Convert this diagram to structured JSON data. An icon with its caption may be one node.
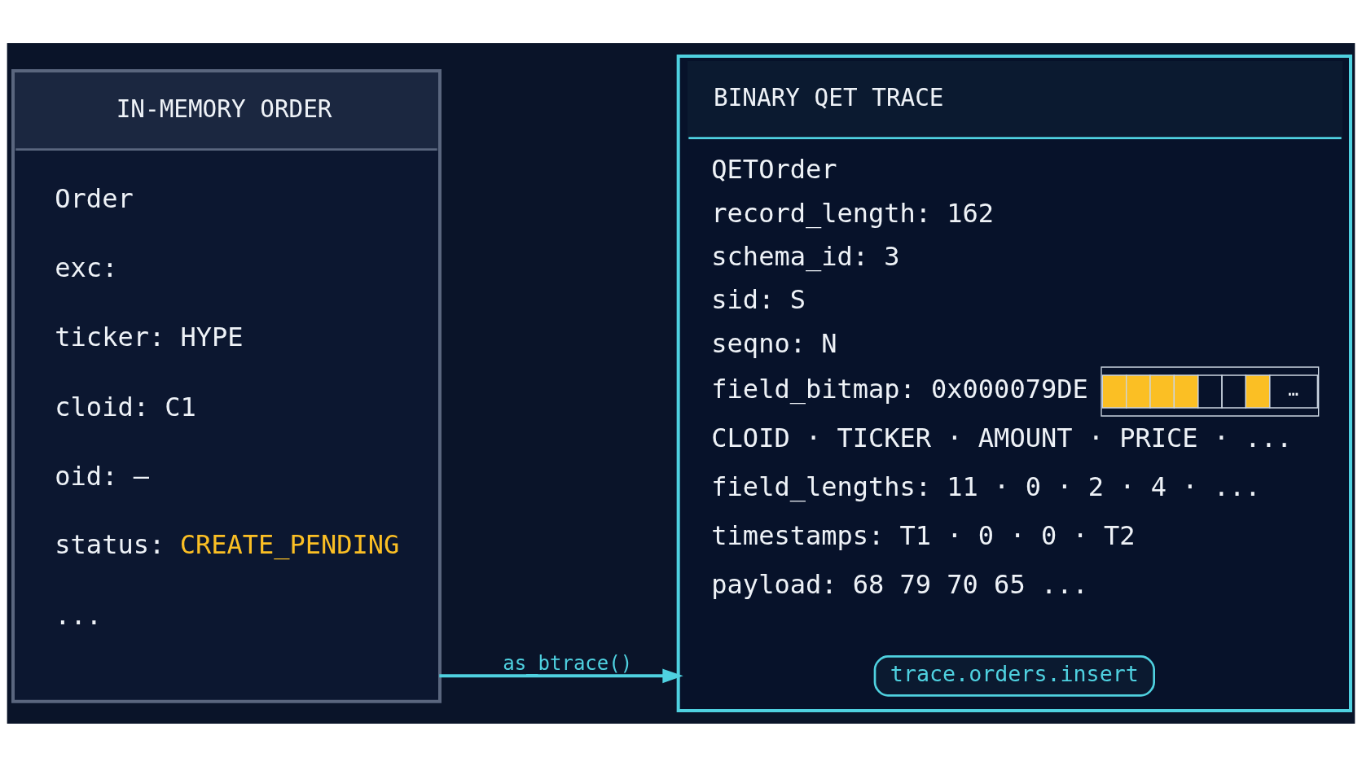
{
  "diagram": {
    "nodes": [
      {
        "text": [
          "IN-MEMORY ORDER",
          "Order",
          "exc:",
          "ticker: HYPE",
          "cloid: C1",
          "oid: —",
          "status: CREATE_PENDING",
          "..."
        ]
      },
      {
        "text": [
          "BINARY QET TRACE",
          "QETOrder",
          "record_length: 162",
          "schema_id: 3",
          "sid: S",
          "seqno: N",
          "field_bitmap: 0x000079DE",
          "…",
          "CLOID · TICKER · AMOUNT · PRICE · ...",
          "field_lengths: 11 · 0 · 2 · 4 · ...",
          "timestamps: T1 · 0 · 0 · T2",
          "payload: 68 79 70 65 ..."
        ]
      },
      {
        "text": [
          "trace.orders.insert"
        ],
        "in": 1
      }
    ],
    "edges": [
      {
        "from": 0,
        "to": 1,
        "arrow": "to",
        "label": "as_btrace()"
      }
    ]
  }
}
